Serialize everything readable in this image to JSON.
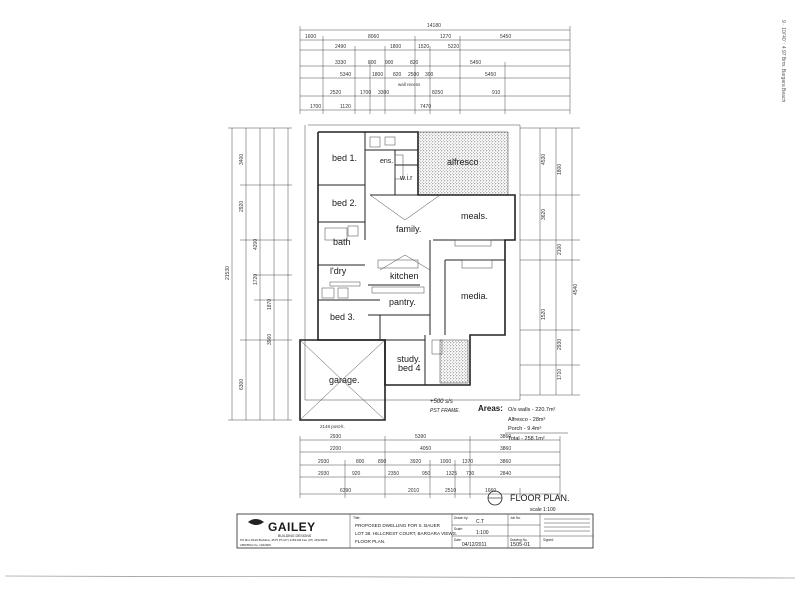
{
  "plan": {
    "rooms": {
      "bed1": "bed 1.",
      "ens": "ens.",
      "wir": "w.i.r",
      "alfresco": "alfresco",
      "bed2": "bed 2.",
      "meals": "meals.",
      "family": "family.",
      "bath": "bath",
      "ldry": "l'dry",
      "kitchen": "kitchen",
      "pantry": "pantry.",
      "media": "media.",
      "bed3": "bed 3.",
      "study": "study.",
      "bed4": "bed 4",
      "garage": "garage."
    },
    "overall_width": "14180",
    "overall_depth": "21530",
    "garage_note": "2148 post-lt.",
    "porch_note": "+500 s/s",
    "porch_note2": "PST FRAME."
  },
  "dims": {
    "top_row1": [
      "1600",
      "8060",
      "1270",
      "5450"
    ],
    "top_row2": [
      "2490",
      "1800",
      "1520",
      "5220"
    ],
    "top_row3": [
      "3330",
      "800",
      "900",
      "820",
      "5450"
    ],
    "top_row4": [
      "5340",
      "1800",
      "820",
      "2500",
      "300",
      "5450"
    ],
    "wall_recess": "wall recess",
    "top_row5": [
      "2520",
      "1700",
      "3300",
      "8250",
      "910"
    ],
    "top_row6": [
      "1700",
      "1120",
      "7470"
    ],
    "bottom_row1": [
      "2930",
      "5390",
      "3860"
    ],
    "bottom_row2": [
      "2200",
      "4050",
      "3860"
    ],
    "bottom_row3": [
      "2930",
      "800",
      "890",
      "3920",
      "1000",
      "1370",
      "3860"
    ],
    "bottom_row4": [
      "2930",
      "920",
      "2350",
      "950",
      "1325",
      "730",
      "2840"
    ],
    "bottom_row5": [
      "6390",
      "2010",
      "2510",
      "1660"
    ],
    "left_rows": [
      "3400",
      "2920",
      "4200",
      "1720",
      "1870",
      "3960",
      "6300"
    ],
    "right_rows": [
      "4530",
      "1800",
      "3620",
      "2100",
      "4540",
      "1520",
      "2930",
      "1710"
    ]
  },
  "areas": {
    "heading": "Areas:",
    "walls": "O/s walls - 220.7m²",
    "alfresco": "Alfresco - 28m²",
    "porch": "Porch - 9.4m²",
    "total": "Total - 258.1m²"
  },
  "sheet": {
    "title": "FLOOR PLAN.",
    "scale": "scale 1:100"
  },
  "titleblock": {
    "brand": "GAILEY",
    "brand_sub": "BUILDING DESIGNS",
    "address": "PO Box 8129 Buddina, 4575   Ph (07) 4153149   Fax (07) 41523004",
    "abn": "ABN/BSA No. 1022606",
    "title_label": "Title:",
    "title_line1": "PROPOSED DWELLING FOR S. BAUER",
    "title_line2": "LOT 38. HILLCREST COURT, BARGARA VIEWS.",
    "title_line3": "FLOOR PLAN.",
    "drawn_label": "Drawn by:",
    "drawn_value": "C.T",
    "scale_label": "Scale:",
    "scale_value": "1:100",
    "date_label": "Date:",
    "date_value": "04/12/2011",
    "job_label": "Job No.",
    "drawing_label": "Drawing No.",
    "drawing_value": "1505-01",
    "signed_label": "Signed:"
  },
  "margin_note": "9 · 10/'40' : 4.97 Brm. Bargara Beach"
}
